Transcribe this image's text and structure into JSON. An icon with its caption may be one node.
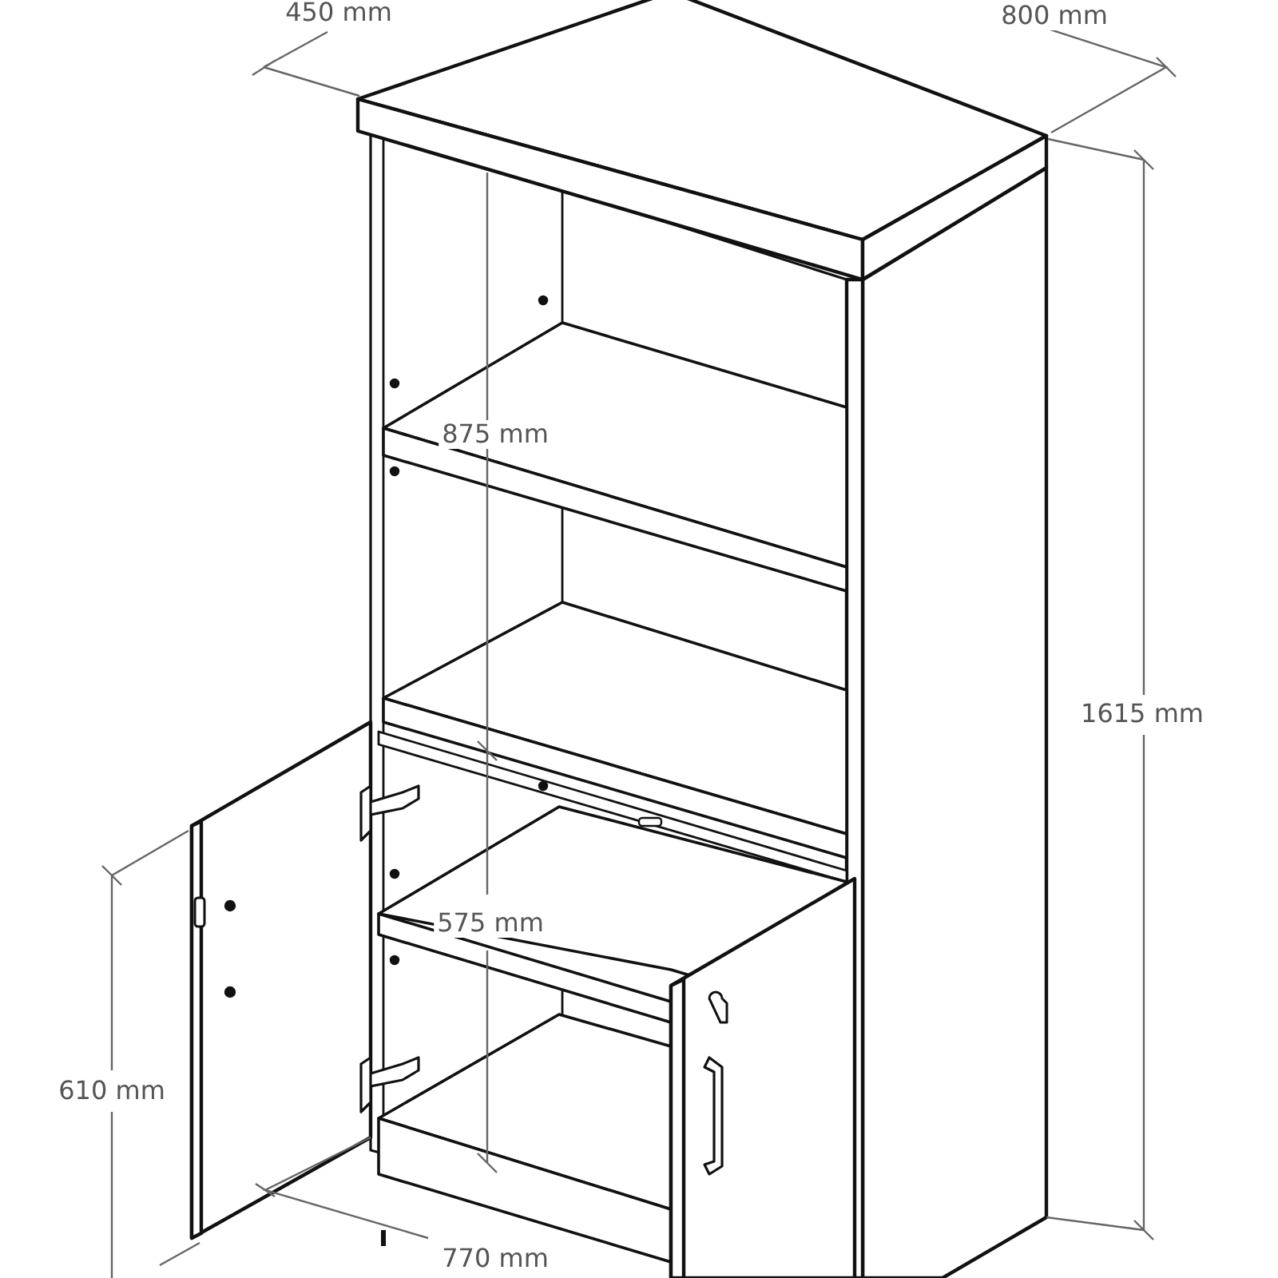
{
  "diagram": {
    "labels": [
      "450 mm",
      "800 mm",
      "875 mm",
      "1615 mm",
      "575 mm",
      "610 mm",
      "770 mm"
    ]
  }
}
